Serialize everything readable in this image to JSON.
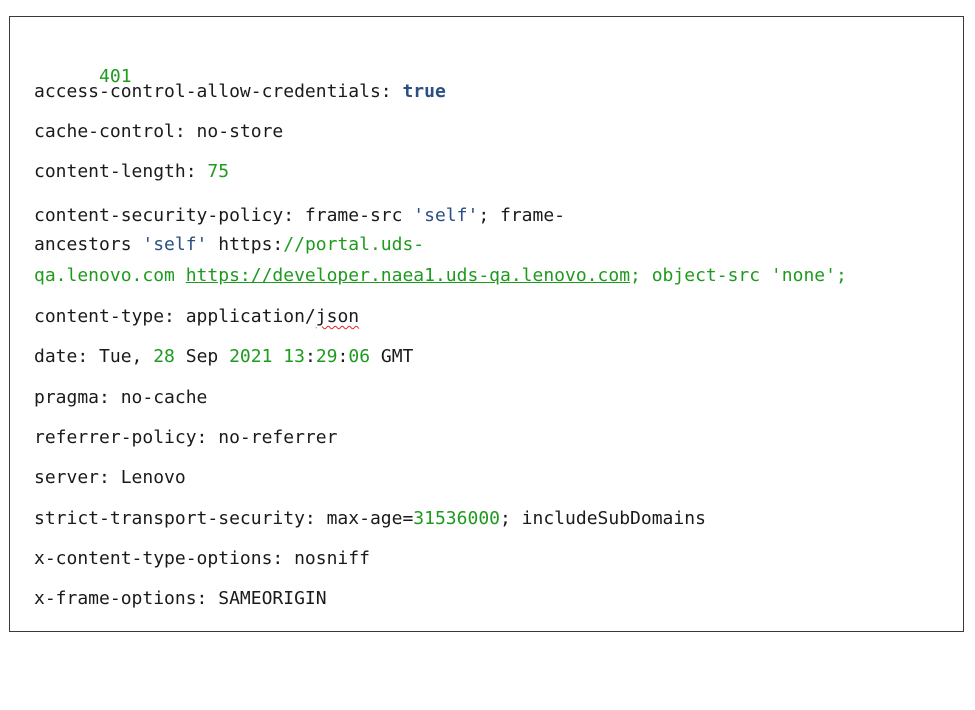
{
  "status": "401",
  "headers": {
    "acac_key": "access-control-allow-credentials: ",
    "acac_val": "true",
    "cache_control": "cache-control: no-store",
    "content_length_key": "content-length: ",
    "content_length_val": "75",
    "csp": {
      "l1_a": "content-security-policy: frame-src ",
      "l1_self": "'self'",
      "l1_b": "; frame-",
      "l2_a": "ancestors ",
      "l2_self": "'self'",
      "l2_b": " https:",
      "l2_c": "//portal.uds-",
      "l3_a": "qa.lenovo.com ",
      "l3_link": "https://developer.naea1.uds-qa.lenovo.com",
      "l3_b": "; object-src 'none';"
    },
    "content_type_key": "content-type: application/",
    "content_type_val": "json",
    "date": {
      "key": "date: Tue, ",
      "day": "28",
      "mon": " Sep ",
      "year": "2021",
      "h": "13",
      "c1": ":",
      "m": "29",
      "c2": ":",
      "s": "06",
      "tz": " GMT"
    },
    "pragma": "pragma: no-cache",
    "referrer_policy": "referrer-policy: no-referrer",
    "server": "server: Lenovo",
    "sts_key": "strict-transport-security: max-age=",
    "sts_num": "31536000",
    "sts_rest": "; includeSubDomains",
    "xcto": "x-content-type-options: nosniff",
    "xfo": "x-frame-options: SAMEORIGIN"
  }
}
